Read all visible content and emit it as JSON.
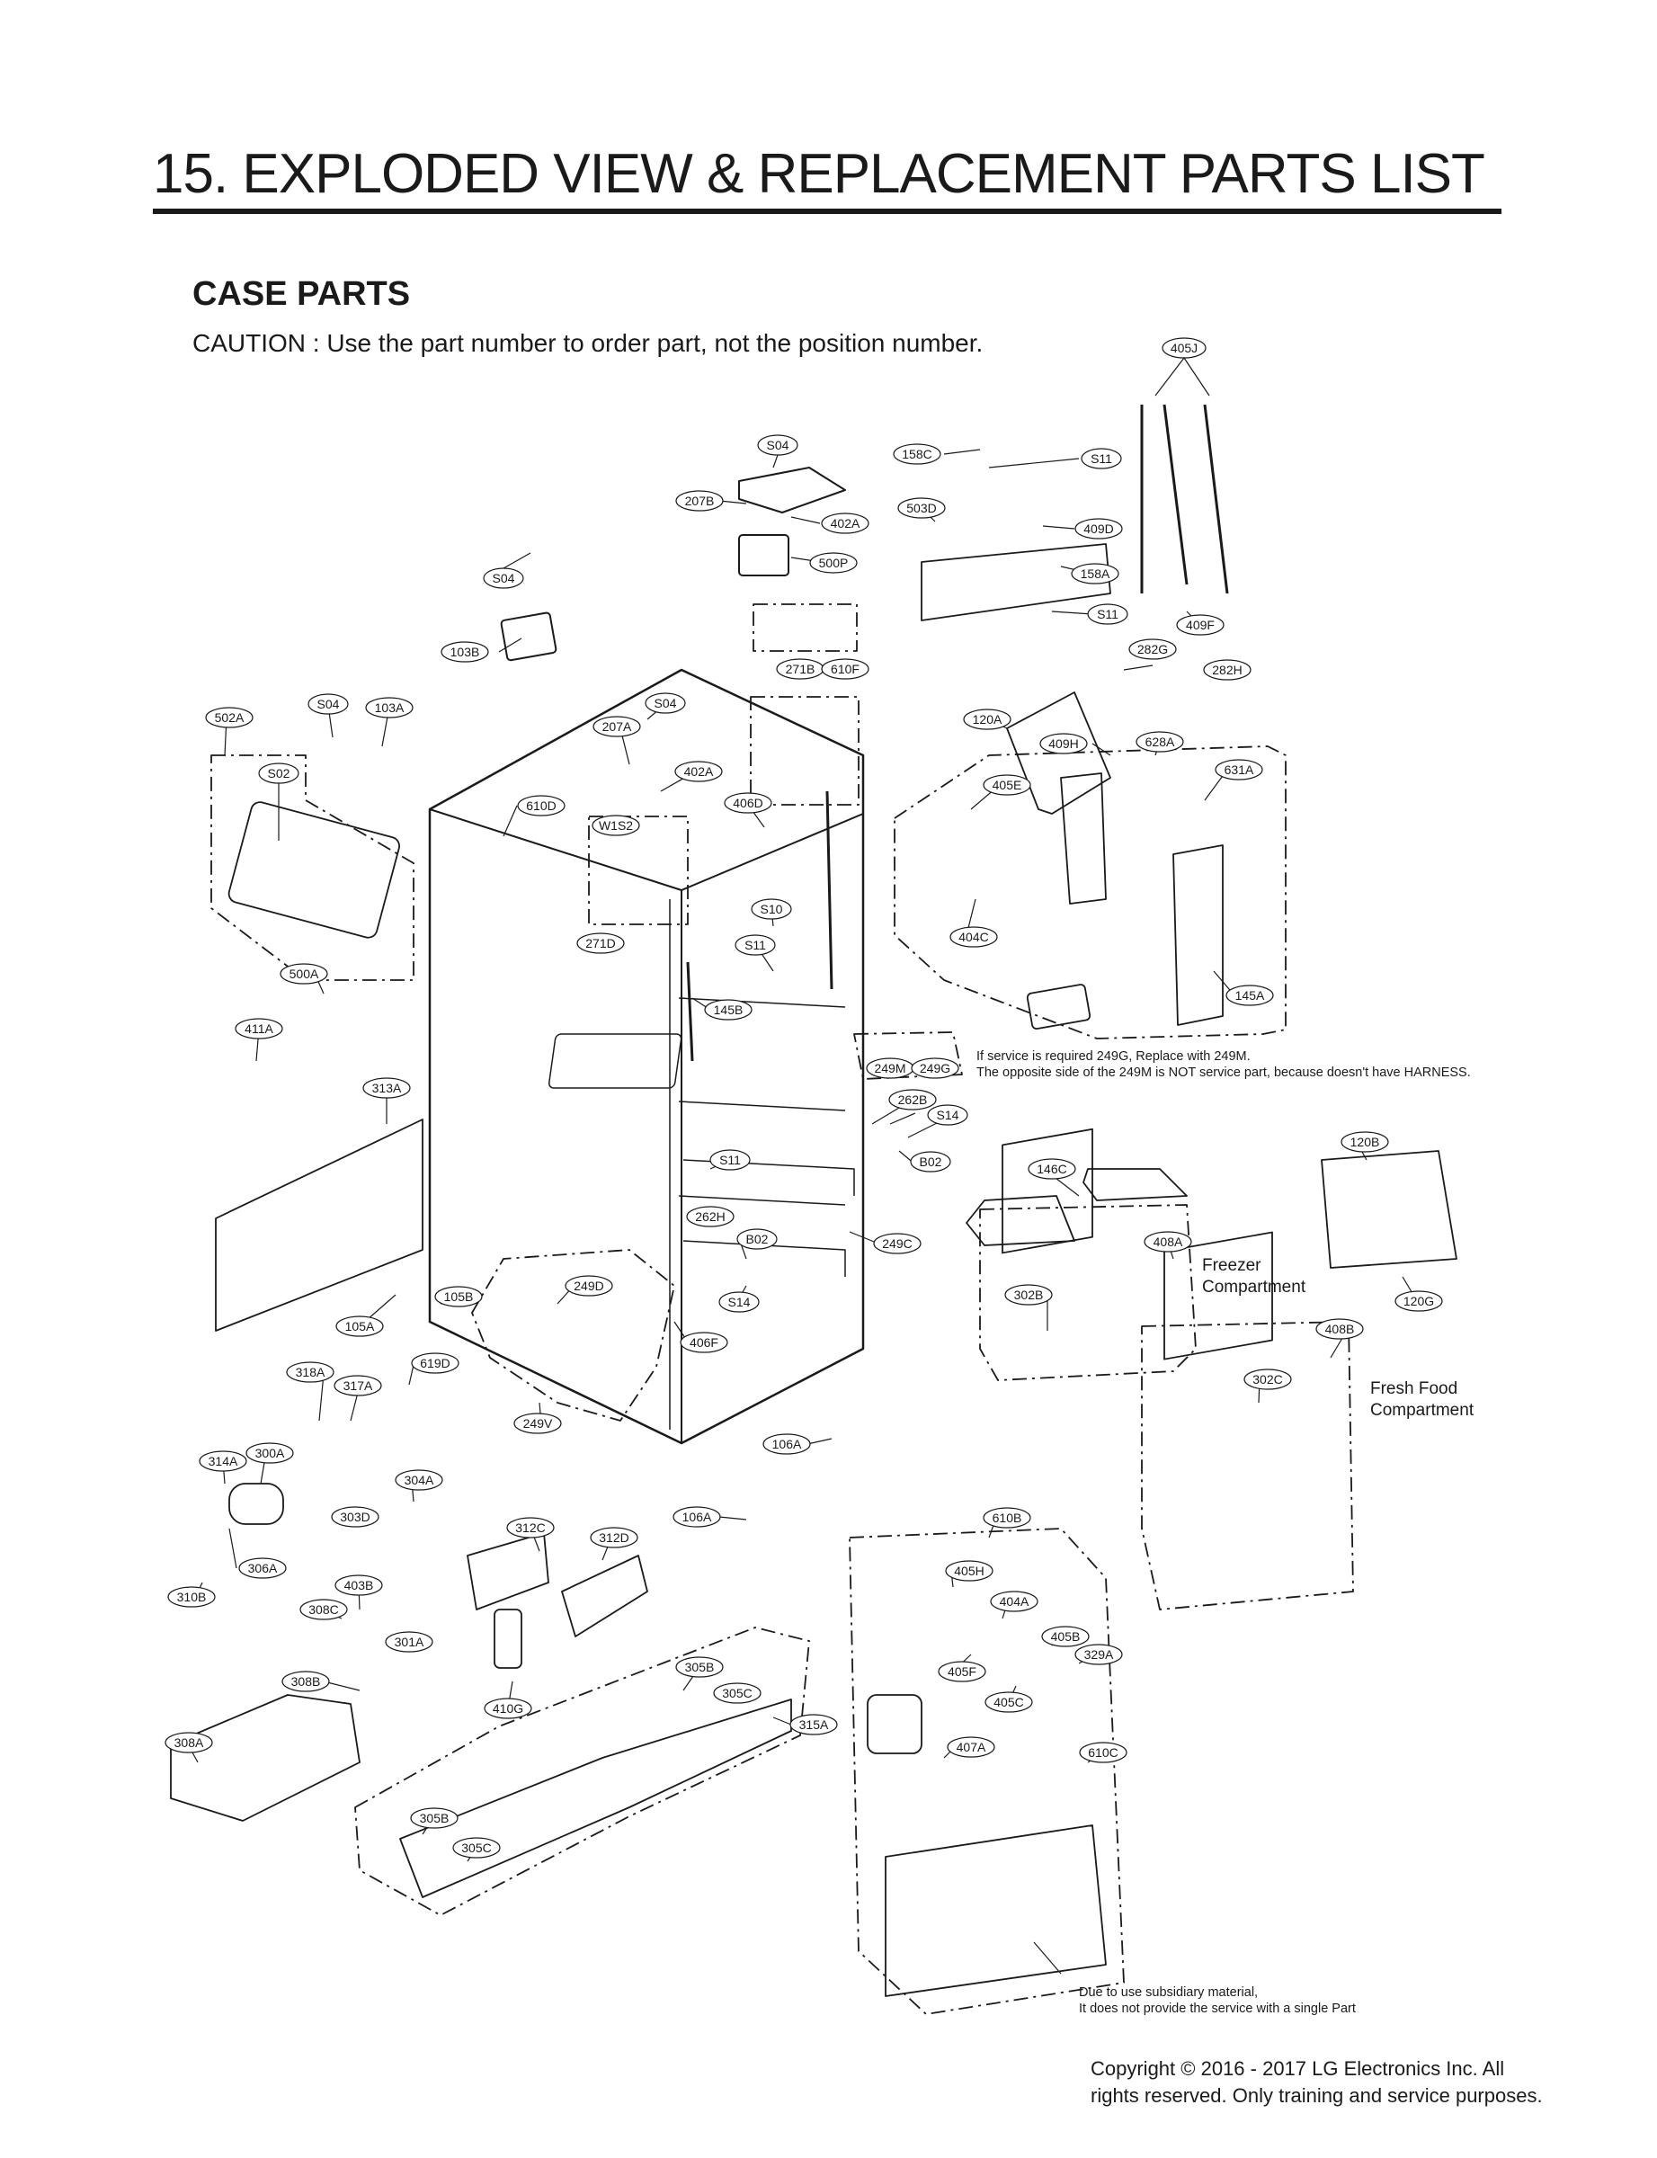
{
  "header": {
    "title": "15. EXPLODED VIEW & REPLACEMENT PARTS LIST"
  },
  "section": {
    "title": "CASE PARTS",
    "caution": "CAUTION : Use the part number to order part, not the position number."
  },
  "notes": {
    "service_249_line1": "If service is required 249G, Replace with 249M.",
    "service_249_line2": "The opposite side of the 249M is NOT service part, because doesn't have HARNESS.",
    "subsidiary_line1": "Due to use subsidiary material,",
    "subsidiary_line2": "It does not provide the service with a single Part"
  },
  "compartments": {
    "freezer_line1": "Freezer",
    "freezer_line2": "Compartment",
    "fresh_line1": "Fresh Food",
    "fresh_line2": "Compartment"
  },
  "footer": {
    "copyright_line1": "Copyright © 2016 - 2017 LG Electronics Inc. All",
    "copyright_line2": "rights reserved. Only training and service purposes."
  },
  "callouts": [
    {
      "id": "405J"
    },
    {
      "id": "S04"
    },
    {
      "id": "158C"
    },
    {
      "id": "S11"
    },
    {
      "id": "207B"
    },
    {
      "id": "402A"
    },
    {
      "id": "503D"
    },
    {
      "id": "409D"
    },
    {
      "id": "500P"
    },
    {
      "id": "158A"
    },
    {
      "id": "S04"
    },
    {
      "id": "S11"
    },
    {
      "id": "409F"
    },
    {
      "id": "103B"
    },
    {
      "id": "282G"
    },
    {
      "id": "271B"
    },
    {
      "id": "610F"
    },
    {
      "id": "282H"
    },
    {
      "id": "S04"
    },
    {
      "id": "103A"
    },
    {
      "id": "502A"
    },
    {
      "id": "S04"
    },
    {
      "id": "207A"
    },
    {
      "id": "120A"
    },
    {
      "id": "S02"
    },
    {
      "id": "402A"
    },
    {
      "id": "409H"
    },
    {
      "id": "628A"
    },
    {
      "id": "631A"
    },
    {
      "id": "610D"
    },
    {
      "id": "406D"
    },
    {
      "id": "405E"
    },
    {
      "id": "W1S2"
    },
    {
      "id": "S10"
    },
    {
      "id": "271D"
    },
    {
      "id": "404C"
    },
    {
      "id": "S11"
    },
    {
      "id": "500A"
    },
    {
      "id": "145A"
    },
    {
      "id": "145B"
    },
    {
      "id": "411A"
    },
    {
      "id": "249M"
    },
    {
      "id": "249G"
    },
    {
      "id": "313A"
    },
    {
      "id": "262B"
    },
    {
      "id": "S14"
    },
    {
      "id": "120B"
    },
    {
      "id": "S11"
    },
    {
      "id": "B02"
    },
    {
      "id": "146C"
    },
    {
      "id": "262H"
    },
    {
      "id": "B02"
    },
    {
      "id": "249C"
    },
    {
      "id": "408A"
    },
    {
      "id": "249D"
    },
    {
      "id": "105B"
    },
    {
      "id": "S14"
    },
    {
      "id": "302B"
    },
    {
      "id": "120G"
    },
    {
      "id": "105A"
    },
    {
      "id": "406F"
    },
    {
      "id": "408B"
    },
    {
      "id": "619D"
    },
    {
      "id": "318A"
    },
    {
      "id": "317A"
    },
    {
      "id": "302C"
    },
    {
      "id": "249V"
    },
    {
      "id": "106A"
    },
    {
      "id": "314A"
    },
    {
      "id": "300A"
    },
    {
      "id": "304A"
    },
    {
      "id": "303D"
    },
    {
      "id": "106A"
    },
    {
      "id": "312C"
    },
    {
      "id": "312D"
    },
    {
      "id": "610B"
    },
    {
      "id": "306A"
    },
    {
      "id": "403B"
    },
    {
      "id": "405H"
    },
    {
      "id": "310B"
    },
    {
      "id": "308C"
    },
    {
      "id": "404A"
    },
    {
      "id": "301A"
    },
    {
      "id": "405B"
    },
    {
      "id": "329A"
    },
    {
      "id": "305B"
    },
    {
      "id": "308B"
    },
    {
      "id": "305C"
    },
    {
      "id": "405F"
    },
    {
      "id": "405C"
    },
    {
      "id": "410G"
    },
    {
      "id": "315A"
    },
    {
      "id": "308A"
    },
    {
      "id": "407A"
    },
    {
      "id": "610C"
    },
    {
      "id": "305B"
    },
    {
      "id": "305C"
    }
  ]
}
